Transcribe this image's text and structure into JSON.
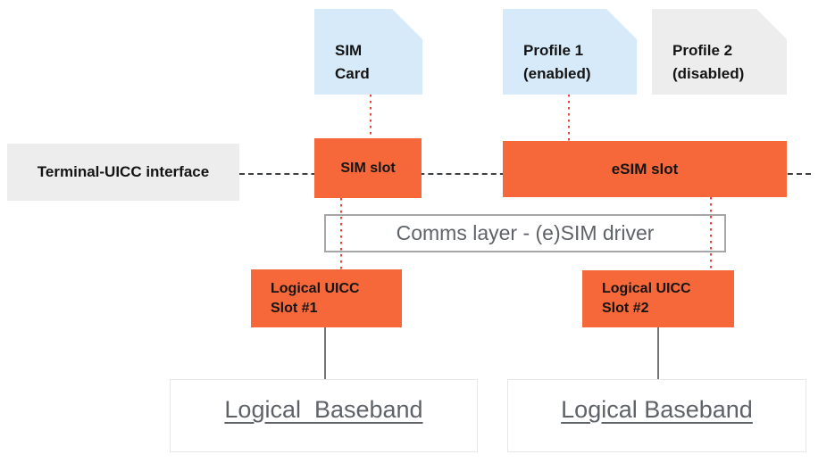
{
  "diagram": {
    "cards": [
      {
        "name": "sim-card",
        "line1": "SIM",
        "line2": "Card"
      },
      {
        "name": "profile-1",
        "line1": "Profile 1",
        "line2": "(enabled)"
      },
      {
        "name": "profile-2",
        "line1": "Profile 2",
        "line2": "(disabled)"
      }
    ],
    "interface_label": "Terminal-UICC interface",
    "slots": {
      "sim_slot": "SIM slot",
      "esim_slot": "eSIM slot"
    },
    "comms_layer_label": "Comms layer - (e)SIM driver",
    "uicc_slots": [
      {
        "line1": "Logical UICC",
        "line2": "Slot #1"
      },
      {
        "line1": "Logical UICC",
        "line2": "Slot #2"
      }
    ],
    "basebands": [
      {
        "label": "Logical  Baseband"
      },
      {
        "label": "Logical Baseband"
      }
    ]
  },
  "colors": {
    "card_blue": "#D6EAF9",
    "card_gray": "#EDEDED",
    "slot_orange": "#F6683A",
    "dashed_line": "#3C4043",
    "dotted_red": "#EA4335",
    "connector_gray": "#757575",
    "muted_text": "#5F6368",
    "comms_border": "#A6A6A6",
    "baseband_border": "#E7E7E7"
  }
}
